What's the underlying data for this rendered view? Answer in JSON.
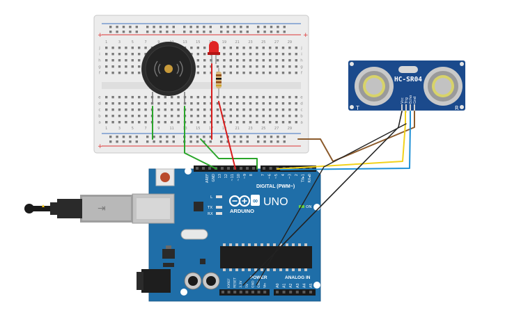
{
  "breadboard": {
    "column_numbers": [
      "1",
      "3",
      "5",
      "7",
      "9",
      "11",
      "13",
      "15",
      "17",
      "19",
      "21",
      "23",
      "25",
      "27",
      "29"
    ],
    "row_letters_top": [
      "j",
      "i",
      "h",
      "g",
      "f"
    ],
    "row_letters_bottom": [
      "e",
      "d",
      "c",
      "b",
      "a"
    ],
    "rail_plus": "+",
    "rail_minus": "−"
  },
  "sensor": {
    "model": "HC-SR04",
    "pins": [
      "Vcc",
      "Trig",
      "Echo",
      "Gnd"
    ],
    "side_left": "T",
    "side_right": "R"
  },
  "arduino": {
    "logo_text": "ARDUINO",
    "uno_text": "UNO",
    "digital_label": "DIGITAL (PWM~)",
    "power_label": "POWER",
    "analog_label": "ANALOG IN",
    "on_label": "ON",
    "tx_label": "TX",
    "rx_label": "RX",
    "l_label": "L",
    "top_pins": [
      "AREF",
      "GND",
      "13",
      "12",
      "~11",
      "~10",
      "~9",
      "8",
      "7",
      "~6",
      "~5",
      "4",
      "~3",
      "2",
      "TX▸1",
      "RX◂0"
    ],
    "power_pins": [
      "IOREF",
      "RESET",
      "3.3V",
      "5V",
      "GND",
      "GND",
      "Vin"
    ],
    "analog_pins": [
      "A0",
      "A1",
      "A2",
      "A3",
      "A4",
      "A5"
    ]
  },
  "wire_colors": {
    "green": "#2aa52a",
    "red": "#d81b1b",
    "black": "#222222",
    "yellow": "#f2d21b",
    "blue": "#1e90d6",
    "brown": "#8b5a2b"
  },
  "icons": [
    "buzzer-icon",
    "led-icon",
    "resistor-icon",
    "usb-plug-icon",
    "power-jack-icon",
    "reset-button-icon"
  ]
}
